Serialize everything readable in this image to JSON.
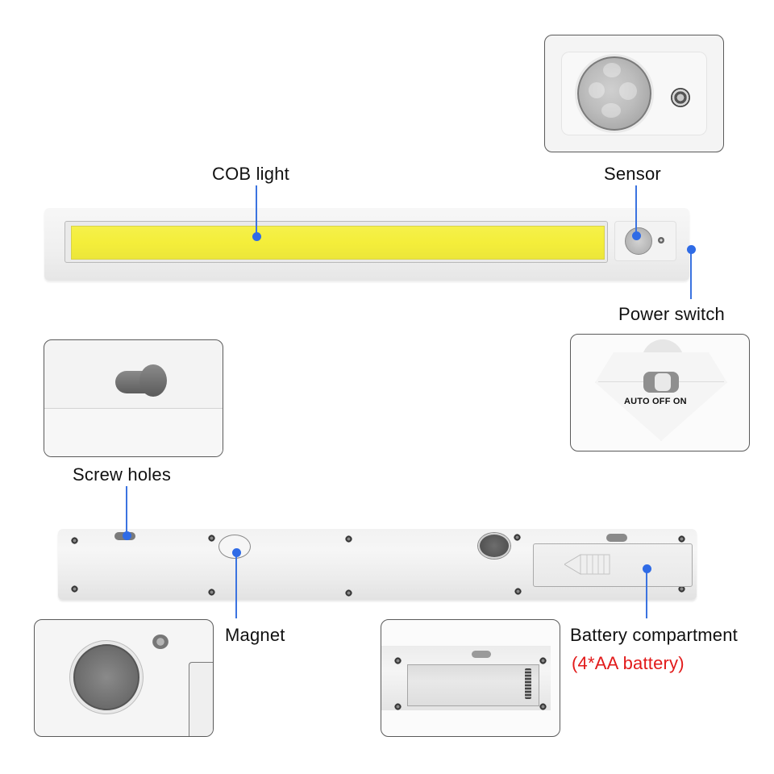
{
  "labels": {
    "cob_light": "COB light",
    "sensor": "Sensor",
    "power_switch": "Power switch",
    "screw_holes": "Screw holes",
    "magnet": "Magnet",
    "battery_compartment": "Battery compartment",
    "battery_spec": "(4*AA battery)"
  },
  "switch_positions": "AUTO OFF ON",
  "colors": {
    "callout_blue": "#2f6be6",
    "cob_yellow": "#f4ee3a",
    "spec_red": "#e21a1a",
    "inset_border": "#5a5a5a"
  },
  "insets": [
    {
      "name": "sensor-closeup",
      "depicts": "PIR sensor dome and light sensor"
    },
    {
      "name": "switch-closeup",
      "depicts": "3-position slide switch"
    },
    {
      "name": "screw-hole-closeup",
      "depicts": "keyhole screw mount"
    },
    {
      "name": "magnet-closeup",
      "depicts": "mounting magnet"
    },
    {
      "name": "battery-closeup",
      "depicts": "open AA battery well"
    }
  ]
}
